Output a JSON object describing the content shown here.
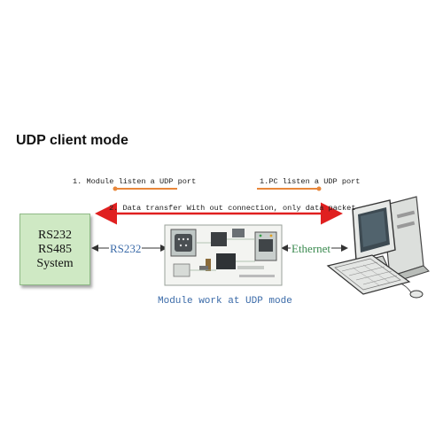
{
  "title": "UDP client mode",
  "steps": {
    "step1_left": "1. Module listen a UDP port",
    "step1_right": "1.PC listen a UDP port",
    "step2": "2. Data transfer With out connection, only data packet"
  },
  "system_box": {
    "line1": "RS232",
    "line2": "RS485",
    "line3": "System"
  },
  "links": {
    "left": "RS232",
    "right": "Ethernet"
  },
  "caption": "Module work at UDP mode",
  "colors": {
    "orange": "#e8873a",
    "red": "#e02020",
    "box_fill": "#cfe9c4",
    "blue_text": "#3a6aa8",
    "green_text": "#3a8a4f"
  },
  "icons": {
    "module": "circuit-board-icon",
    "computer": "desktop-computer-icon"
  }
}
